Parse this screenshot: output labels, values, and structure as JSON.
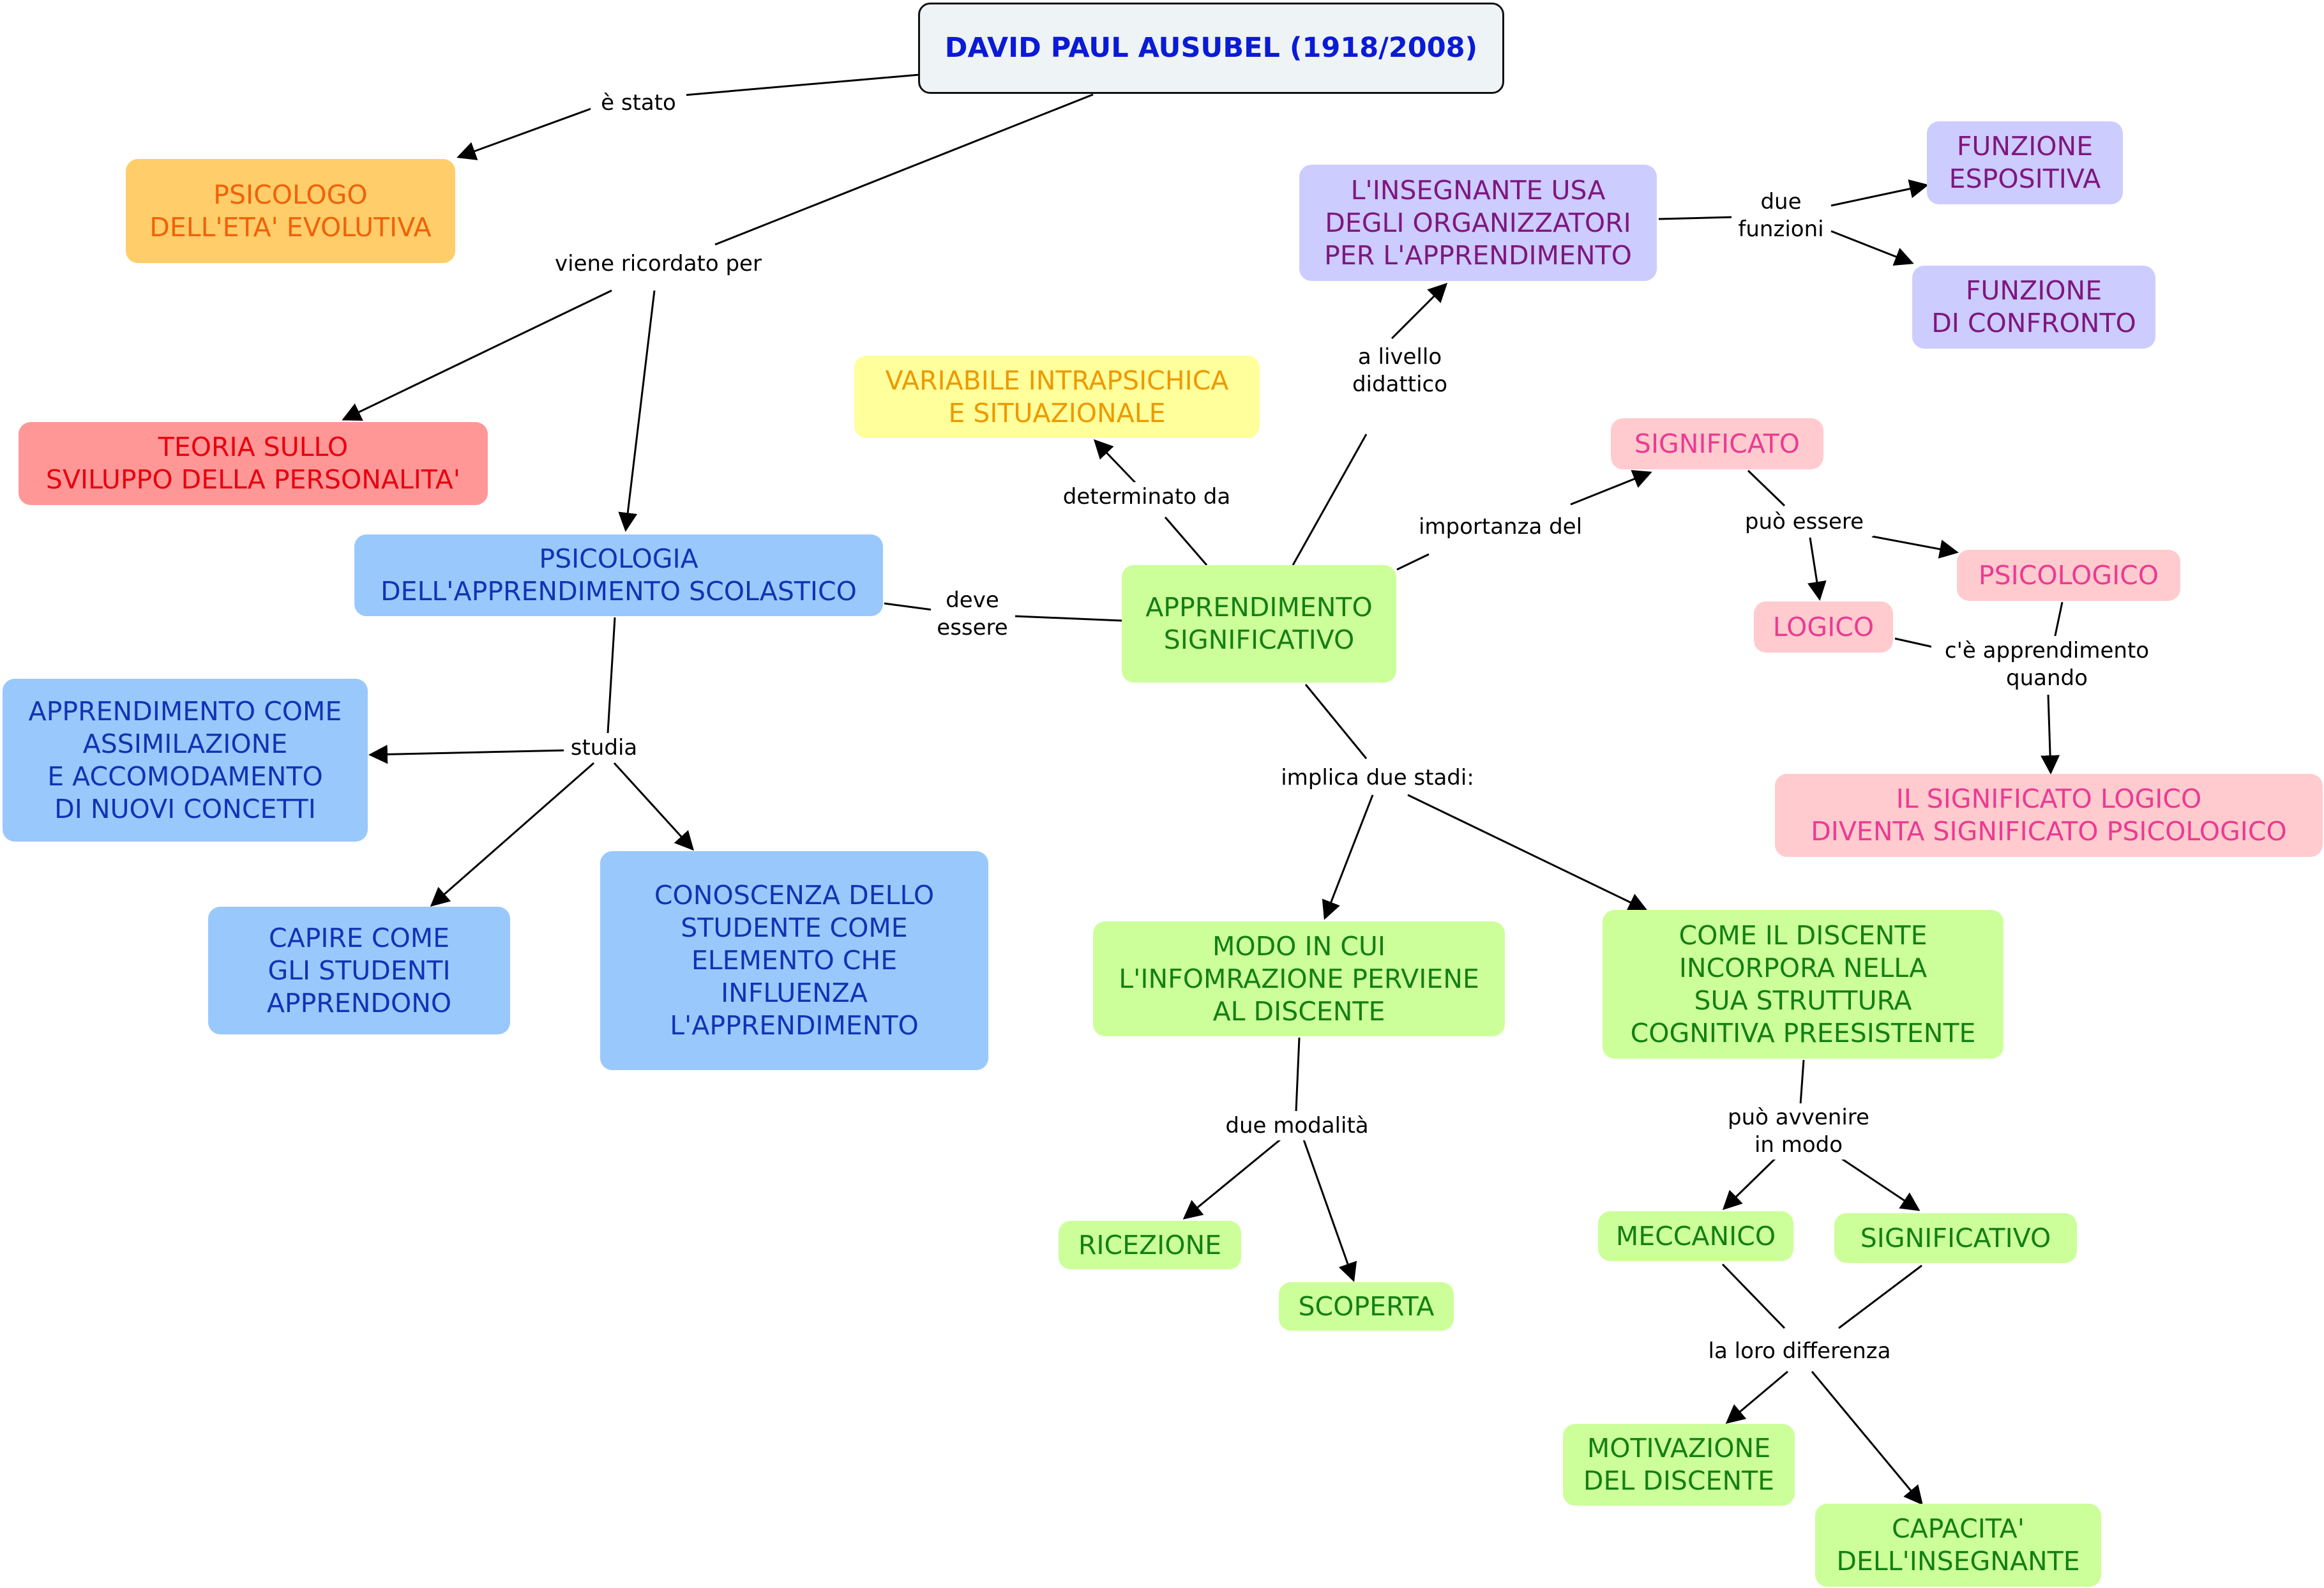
{
  "root": {
    "title": "DAVID PAUL AUSUBEL  (1918/2008)"
  },
  "nodes": {
    "psicologo": "PSICOLOGO\nDELL'ETA' EVOLUTIVA",
    "teoria": "TEORIA SULLO\nSVILUPPO DELLA PERSONALITA'",
    "psicologia": "PSICOLOGIA\nDELL'APPRENDIMENTO SCOLASTICO",
    "assimilazione": "APPRENDIMENTO COME\nASSIMILAZIONE\nE ACCOMODAMENTO\nDI NUOVI CONCETTI",
    "capire": "CAPIRE COME\nGLI STUDENTI\nAPPRENDONO",
    "conoscenza": "CONOSCENZA DELLO\nSTUDENTE COME\nELEMENTO CHE\nINFLUENZA\nL'APPRENDIMENTO",
    "variabile": "VARIABILE INTRAPSICHICA\nE SITUAZIONALE",
    "apprendimento": "APPRENDIMENTO\nSIGNIFICATIVO",
    "insegnante": "L'INSEGNANTE USA\nDEGLI ORGANIZZATORI\nPER L'APPRENDIMENTO",
    "espositiva": "FUNZIONE\nESPOSITIVA",
    "confronto": "FUNZIONE\nDI CONFRONTO",
    "significato": "SIGNIFICATO",
    "psicologico": "PSICOLOGICO",
    "logico": "LOGICO",
    "significato_logico": "IL SIGNIFICATO LOGICO\nDIVENTA SIGNIFICATO PSICOLOGICO",
    "modo": "MODO IN CUI\nL'INFOMRAZIONE PERVIENE\nAL DISCENTE",
    "come_discente": "COME IL DISCENTE\nINCORPORA NELLA\nSUA STRUTTURA\nCOGNITIVA PREESISTENTE",
    "ricezione": "RICEZIONE",
    "scoperta": "SCOPERTA",
    "meccanico": "MECCANICO",
    "significativo": "SIGNIFICATIVO",
    "motivazione": "MOTIVAZIONE\nDEL DISCENTE",
    "capacita": "CAPACITA'\nDELL'INSEGNANTE"
  },
  "links": {
    "e_stato": "è stato",
    "viene_ricordato": "viene ricordato per",
    "studia": "studia",
    "deve_essere": "deve\nessere",
    "determinato_da": "determinato da",
    "a_livello": "a livello\ndidattico",
    "due_funzioni": "due\nfunzioni",
    "importanza_del": "importanza del",
    "puo_essere": "può essere",
    "ce_apprendimento": "c'è apprendimento\nquando",
    "implica": "implica due stadi:",
    "due_modalita": "due modalità",
    "puo_avvenire": "può avvenire\nin modo",
    "loro_differenza": "la loro differenza"
  },
  "colors": {
    "root_fill": "#eef3f6",
    "root_text": "#0a1bd6",
    "orange": "#ffcd69",
    "red": "#ff9797",
    "blue": "#99c8fc",
    "yellow": "#ffff9b",
    "green": "#ccff99",
    "purple": "#ccccff",
    "pink": "#ffcbce",
    "line": "#000000"
  }
}
